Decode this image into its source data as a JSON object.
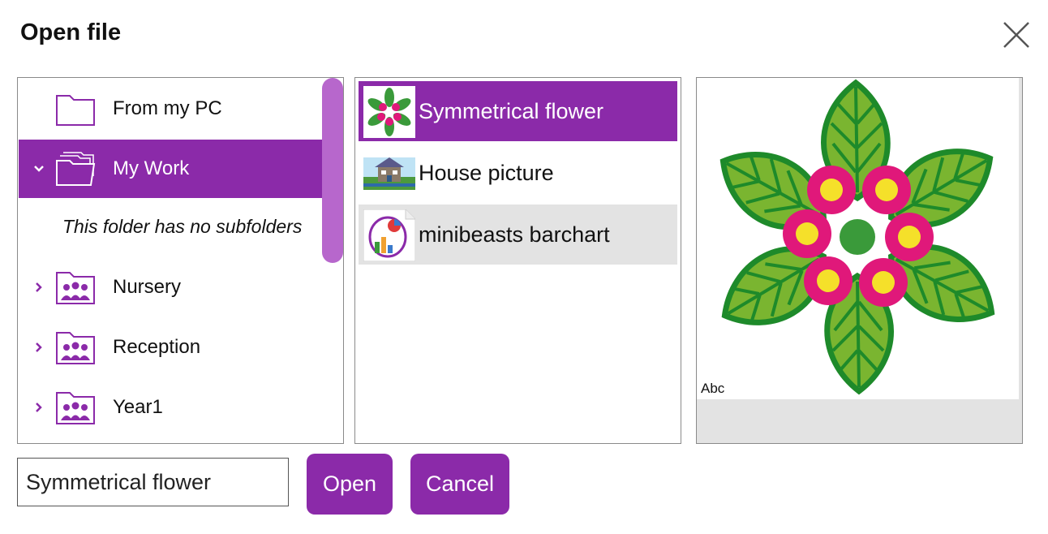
{
  "dialog": {
    "title": "Open file"
  },
  "folders": {
    "items": [
      {
        "label": "From my PC"
      },
      {
        "label": "My Work"
      },
      {
        "label": "Nursery"
      },
      {
        "label": "Reception"
      },
      {
        "label": "Year1"
      }
    ],
    "empty_note": "This folder has no subfolders"
  },
  "files": {
    "items": [
      {
        "label": "Symmetrical flower"
      },
      {
        "label": "House picture"
      },
      {
        "label": "minibeasts barchart"
      }
    ]
  },
  "preview": {
    "caption": "Abc"
  },
  "filename": {
    "value": "Symmetrical flower"
  },
  "buttons": {
    "open": "Open",
    "cancel": "Cancel"
  },
  "colors": {
    "accent": "#8b2aa9",
    "scrollbar": "#b767cc",
    "hover": "#e3e3e3"
  }
}
